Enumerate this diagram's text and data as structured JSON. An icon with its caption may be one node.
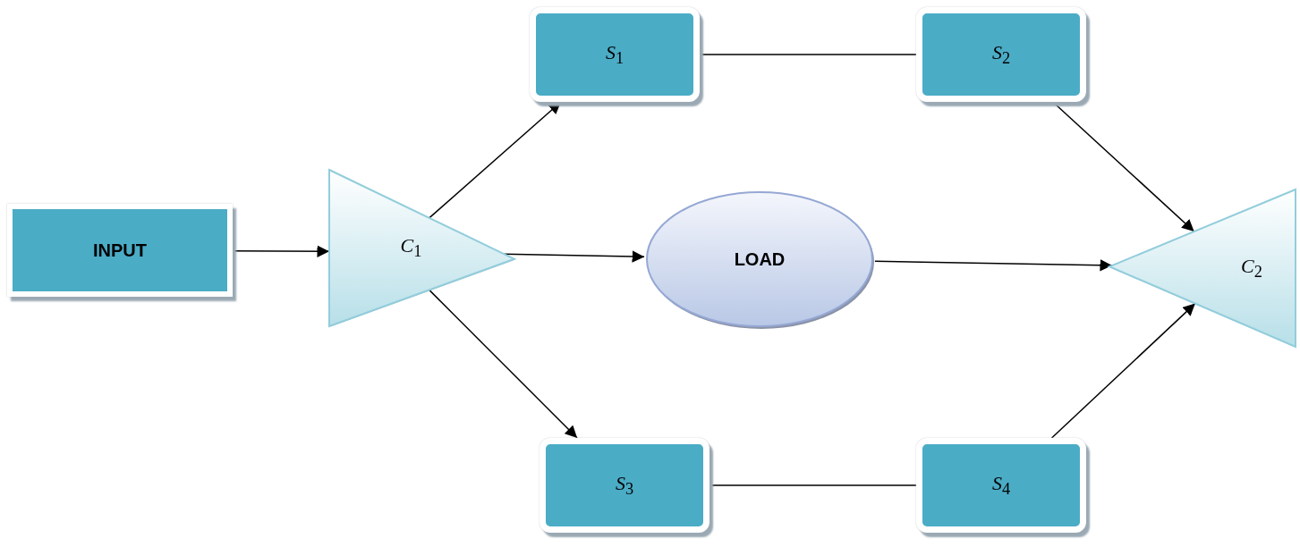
{
  "diagram": {
    "nodes": [
      {
        "text": [
          "INPUT"
        ]
      },
      {
        "text": [
          "*C*$_{1}$"
        ]
      },
      {
        "text": [
          "*S*$_{1}$"
        ]
      },
      {
        "text": [
          "*S*$_{2}$"
        ]
      },
      {
        "text": [
          "LOAD"
        ]
      },
      {
        "text": [
          "*S*$_{3}$"
        ]
      },
      {
        "text": [
          "*S*$_{4}$"
        ]
      },
      {
        "text": [
          "*C*$_{2}$"
        ]
      }
    ],
    "edges": [
      {
        "from": 0,
        "to": 1,
        "arrow": "to"
      },
      {
        "from": 1,
        "to": 2,
        "arrow": "to"
      },
      {
        "from": 1,
        "to": 4,
        "arrow": "to"
      },
      {
        "from": 1,
        "to": 5,
        "arrow": "to"
      },
      {
        "from": 2,
        "to": 3,
        "arrow": "none"
      },
      {
        "from": 3,
        "to": 7,
        "arrow": "to"
      },
      {
        "from": 4,
        "to": 7,
        "arrow": "to"
      },
      {
        "from": 5,
        "to": 6,
        "arrow": "none"
      },
      {
        "from": 6,
        "to": 7,
        "arrow": "to"
      }
    ]
  }
}
